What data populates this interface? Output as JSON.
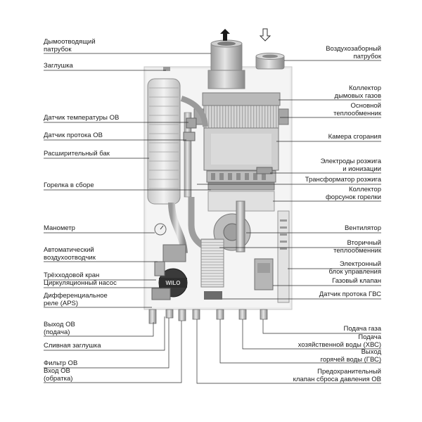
{
  "diagram": {
    "labels_left": [
      {
        "id": "chimney-pipe",
        "text": "Дымоотводящий\nпатрубок"
      },
      {
        "id": "plug",
        "text": "Заглушка"
      },
      {
        "id": "heating-temp-sensor",
        "text": "Датчик температуры ОВ"
      },
      {
        "id": "heating-flow-sensor",
        "text": "Датчик протока ОВ"
      },
      {
        "id": "expansion-tank",
        "text": "Расширительный бак"
      },
      {
        "id": "burner-assembly",
        "text": "Горелка в сборе"
      },
      {
        "id": "manometer",
        "text": "Манометр"
      },
      {
        "id": "auto-air-vent",
        "text": "Автоматический\nвоздухоотводчик"
      },
      {
        "id": "three-way-valve",
        "text": "Трёхходовой кран"
      },
      {
        "id": "circulation-pump",
        "text": "Циркуляционный насос"
      },
      {
        "id": "differential-relay",
        "text": "Дифференциальное\nреле (APS)"
      },
      {
        "id": "heating-outlet",
        "text": "Выход ОВ\n(подача)"
      },
      {
        "id": "drain-plug",
        "text": "Сливная заглушка"
      },
      {
        "id": "heating-filter",
        "text": "Фильтр ОВ"
      },
      {
        "id": "heating-inlet",
        "text": "Вход ОВ\n(обратка)"
      }
    ],
    "labels_right": [
      {
        "id": "air-intake-pipe",
        "text": "Воздухозаборный\nпатрубок"
      },
      {
        "id": "flue-gas-collector",
        "text": "Коллектор\nдымовых газов"
      },
      {
        "id": "main-heat-exchanger",
        "text": "Основной\nтеплообменник"
      },
      {
        "id": "combustion-chamber",
        "text": "Камера сгорания"
      },
      {
        "id": "ignition-electrodes",
        "text": "Электроды розжига\nи ионизации"
      },
      {
        "id": "ignition-transformer",
        "text": "Трансформатор розжига"
      },
      {
        "id": "burner-nozzle-collector",
        "text": "Коллектор\nфорсунок горелки"
      },
      {
        "id": "fan",
        "text": "Вентилятор"
      },
      {
        "id": "secondary-heat-exchanger",
        "text": "Вторичный\nтеплообменник"
      },
      {
        "id": "control-unit",
        "text": "Электронный\nблок управления"
      },
      {
        "id": "gas-valve",
        "text": "Газовый клапан"
      },
      {
        "id": "dhw-flow-sensor",
        "text": "Датчик протока ГВС"
      },
      {
        "id": "gas-supply",
        "text": "Подача газа"
      },
      {
        "id": "cold-water-supply",
        "text": "Подача\nхозяйственной воды (ХВС)"
      },
      {
        "id": "hot-water-outlet",
        "text": "Выход\nгорячей воды (ГВС)"
      },
      {
        "id": "relief-valve",
        "text": "Предохранительный\nклапан сброса давления ОВ"
      }
    ],
    "flow_arrows": [
      {
        "id": "exhaust-out-arrow",
        "direction": "up",
        "style": "solid"
      },
      {
        "id": "air-in-arrow",
        "direction": "down",
        "style": "outline"
      }
    ],
    "pump_brand_text": "WILO"
  }
}
